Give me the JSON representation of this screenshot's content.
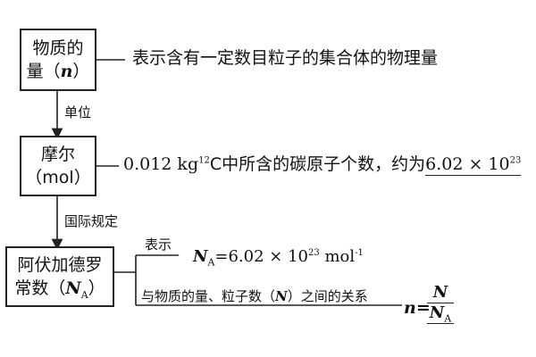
{
  "box1": {
    "line1": "物质的",
    "line2_pre": "量（",
    "var": "n",
    "line2_post": "）"
  },
  "box1_desc": "表示含有一定数目粒子的集合体的物理量",
  "arrow1_label": "单位",
  "box2": {
    "line1": "摩尔",
    "line2": "（mol）"
  },
  "box2_desc": {
    "pre": "0.012 kg",
    "sup": "12",
    "mid": "C中所含的碳原子个数，约为",
    "value": "6.02 × 10",
    "exp": "23"
  },
  "arrow2_label": "国际规定",
  "box3": {
    "line1": "阿伏加德罗",
    "line2_pre": "常数（",
    "var": "N",
    "sub": "A",
    "line2_post": "）"
  },
  "branch1": {
    "label": "表示",
    "formula": {
      "var": "N",
      "sub": "A",
      "eq": "=6.02 × 10",
      "exp": "23",
      "unit": " mol",
      "unit_exp": "-1"
    }
  },
  "branch2": {
    "text_pre": "与物质的量、粒子数（",
    "text_var": "N",
    "text_post": "）之间的关系",
    "lhs": "n=",
    "num": "N",
    "den": "N",
    "den_sub": "A"
  }
}
